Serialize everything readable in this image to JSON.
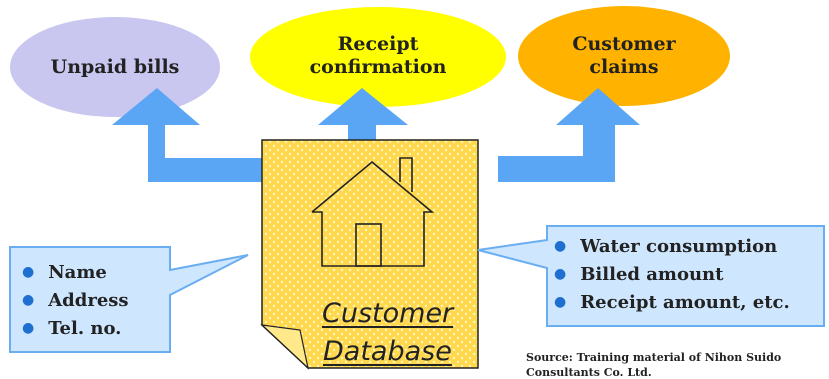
{
  "ellipses": [
    {
      "label": "Unpaid bills",
      "color": "#c9c6ef"
    },
    {
      "label": "Receipt\nconfirmation",
      "color": "#ffff00"
    },
    {
      "label": "Customer\nclaims",
      "color": "#ffb300"
    }
  ],
  "database": {
    "line1": "Customer",
    "line2": "Database",
    "color": "#ffd84d"
  },
  "callout_left": {
    "items": [
      "Name",
      "Address",
      "Tel. no."
    ]
  },
  "callout_right": {
    "items": [
      "Water consumption",
      "Billed amount",
      "Receipt amount, etc."
    ]
  },
  "source": {
    "line1": "Source:  Training material of Nihon Suido",
    "line2": "Consultants Co. Ltd."
  },
  "colors": {
    "arrow": "#5aa6f5",
    "callout_fill": "#cfe6ff",
    "callout_border": "#6aaef2",
    "bullet": "#1f6fd1"
  }
}
